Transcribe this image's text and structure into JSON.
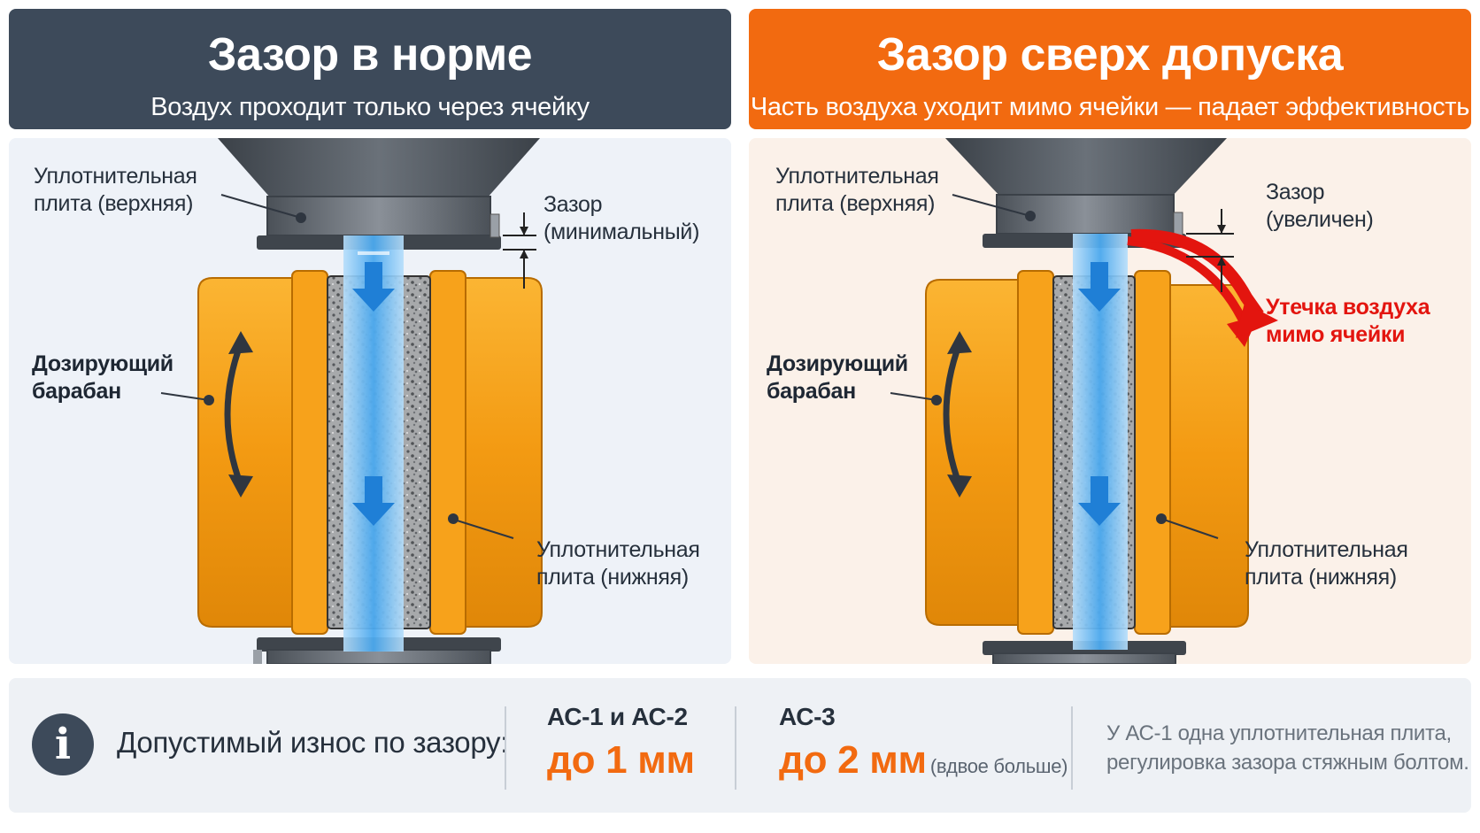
{
  "colors": {
    "accent_normal": "#3d4a5a",
    "accent_warning": "#f26a10",
    "drum_orange": "#f7a21b",
    "plate_gray": "#5e656d",
    "airflow_blue": "#4aa8ee",
    "leak_red": "#e3150f"
  },
  "left": {
    "title": "Зазор в норме",
    "subtitle": "Воздух проходит только через ячейку",
    "labels": {
      "top_plate": [
        "Уплотнительная",
        "плита (верхняя)"
      ],
      "gap": [
        "Зазор",
        "(минимальный)"
      ],
      "drum": [
        "Дозирующий",
        "барабан"
      ],
      "bottom_plate": [
        "Уплотнительная",
        "плита (нижняя)"
      ]
    }
  },
  "right": {
    "title": "Зазор сверх допуска",
    "subtitle": "Часть воздуха уходит мимо ячейки — падает эффективность",
    "labels": {
      "top_plate": [
        "Уплотнительная",
        "плита (верхняя)"
      ],
      "gap": [
        "Зазор",
        "(увеличен)"
      ],
      "leak": [
        "Утечка воздуха",
        "мимо ячейки"
      ],
      "drum": [
        "Дозирующий",
        "барабан"
      ],
      "bottom_plate": [
        "Уплотнительная",
        "плита (нижняя)"
      ]
    }
  },
  "footer": {
    "info_icon": "info-icon",
    "label": "Допустимый износ по зазору:",
    "columns": [
      {
        "title": "АС-1 и АС-2",
        "value": "до 1 мм",
        "note": ""
      },
      {
        "title": "АС-3",
        "value": "до 2 мм",
        "note": "(вдвое больше)"
      }
    ],
    "side_note": [
      "У АС-1 одна уплотнительная плита,",
      "регулировка зазора стяжным болтом."
    ]
  }
}
